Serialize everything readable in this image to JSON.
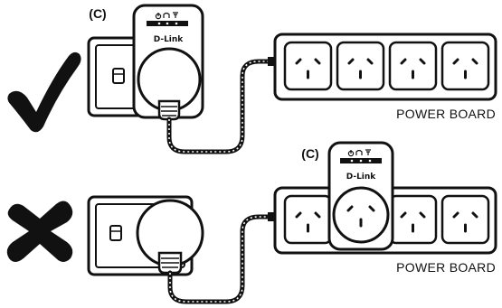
{
  "scenes": {
    "correct": {
      "marker_label": "(C)",
      "adapter_brand": "D-Link",
      "board_label": "POWER BOARD",
      "status_icon": "check-mark-icon"
    },
    "incorrect": {
      "marker_label": "(C)",
      "adapter_brand": "D-Link",
      "board_label": "POWER BOARD",
      "status_icon": "cross-mark-icon"
    }
  },
  "colors": {
    "ink": "#111111",
    "background": "#ffffff"
  }
}
